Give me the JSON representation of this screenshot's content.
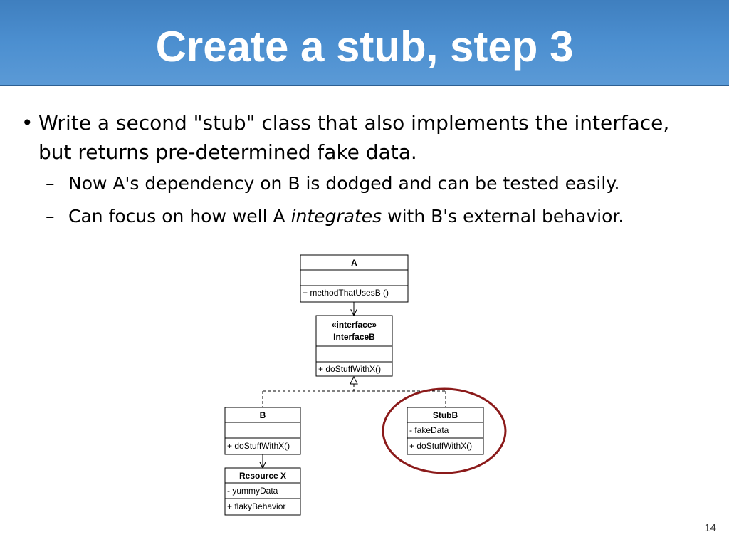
{
  "slide": {
    "title": "Create a stub, step 3",
    "page_number": "14"
  },
  "bullets": {
    "main_line1": "Write a second \"stub\" class that also implements the interface,",
    "main_line2": "but returns pre-determined fake data.",
    "sub1": "Now A's dependency on B is dodged and can be tested easily.",
    "sub2_before": "Can focus on how well A ",
    "sub2_emphasis": "integrates",
    "sub2_after": " with B's external behavior."
  },
  "diagram": {
    "class_a": {
      "name": "A",
      "method": "+ methodThatUsesB ()"
    },
    "interface_b": {
      "stereotype": "«interface»",
      "name": "InterfaceB",
      "method": "+ doStuffWithX()"
    },
    "class_b": {
      "name": "B",
      "method": "+ doStuffWithX()"
    },
    "stub_b": {
      "name": "StubB",
      "field": "- fakeData",
      "method": "+ doStuffWithX()"
    },
    "resource_x": {
      "name": "Resource X",
      "field": "- yummyData",
      "method": "+ flakyBehavior"
    },
    "highlight_color": "#8b1a1a"
  }
}
